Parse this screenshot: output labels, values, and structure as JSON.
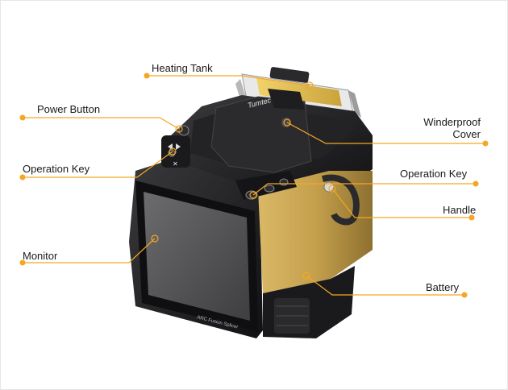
{
  "colors": {
    "accent": "#f5a623",
    "body_dark": "#1c1c1e",
    "body_mid": "#2c2c2e",
    "gold": "#c9a552",
    "gold_dark": "#9c7c33",
    "screen": "#5a5a5c",
    "heater_yellow": "#e8c64a",
    "red_light": "#d63b3b"
  },
  "device": {
    "brand": "Tumtec",
    "screen_caption": "ARC Fusion Splicer"
  },
  "callouts": {
    "heating_tank": "Heating Tank",
    "power_button": "Power Button",
    "operation_key_left": "Operation Key",
    "monitor": "Monitor",
    "windproof_cover_line1": "Winderproof",
    "windproof_cover_line2": "Cover",
    "operation_key_right": "Operation Key",
    "handle": "Handle",
    "battery": "Battery"
  }
}
